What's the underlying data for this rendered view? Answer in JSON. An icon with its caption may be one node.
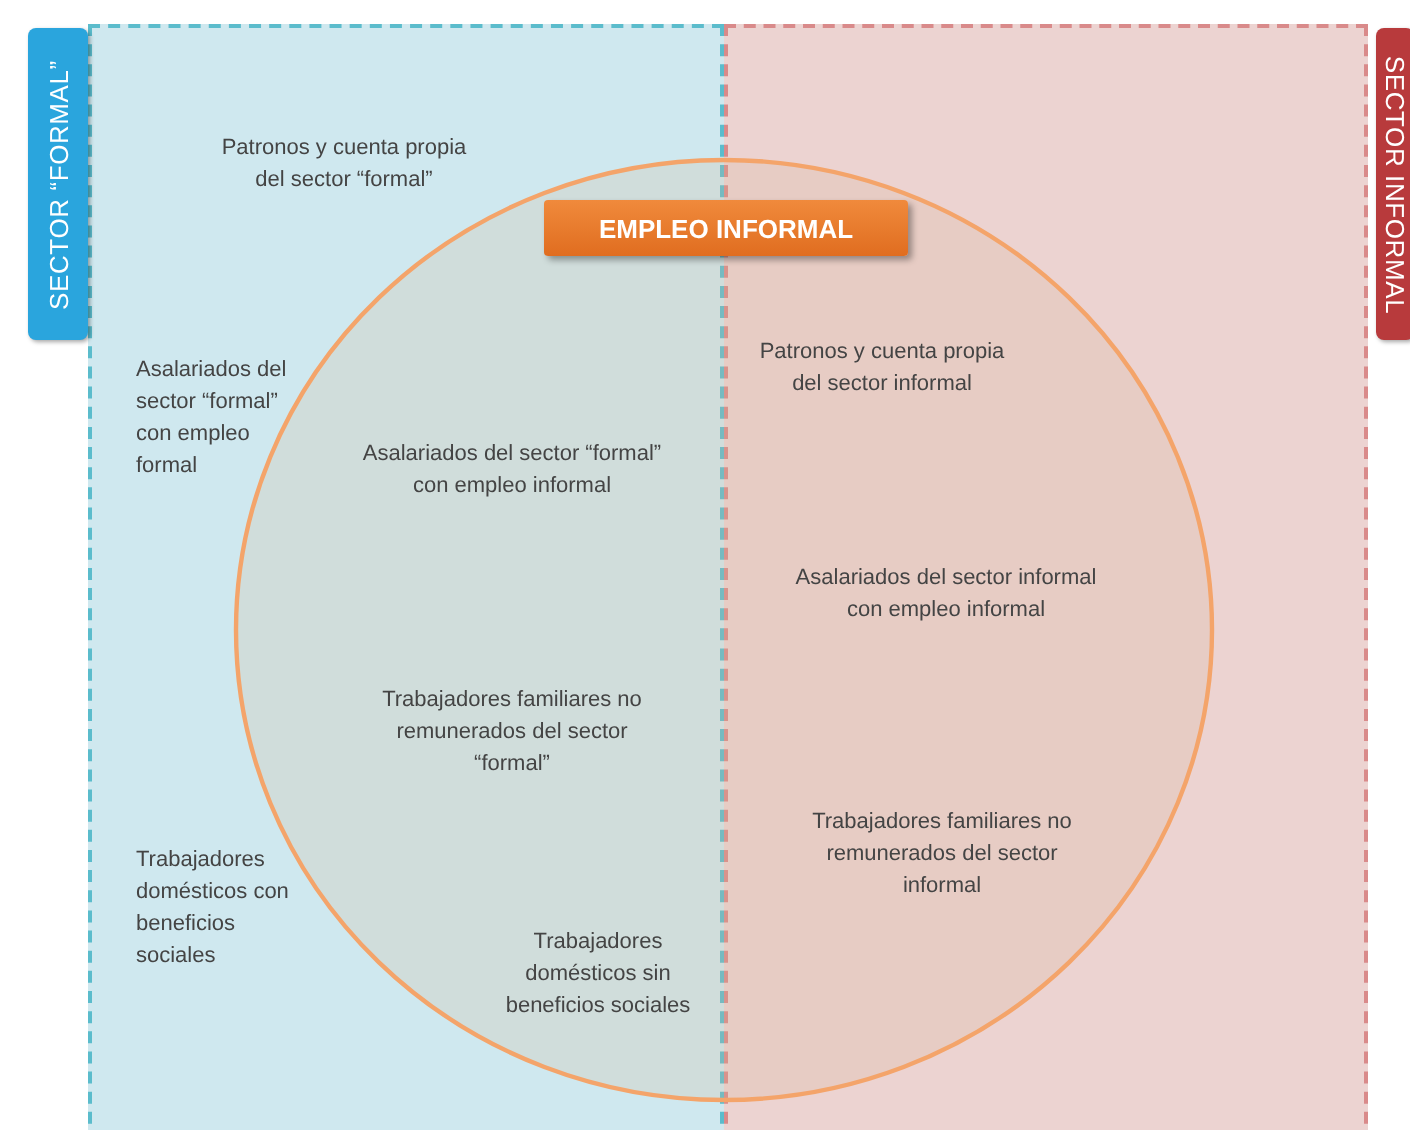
{
  "diagram": {
    "nodes": [
      {
        "text": [
          "SECTOR “FORMAL”"
        ]
      },
      {
        "text": [
          "SECTOR INFORMAL"
        ]
      },
      {
        "text": [],
        "shape": "circle"
      },
      {
        "text": [
          "EMPLEO INFORMAL"
        ],
        "in": 2
      }
    ],
    "labels": [
      "Patronos y cuenta propia del sector “formal”",
      "Patronos y cuenta propia del sector informal",
      "Asalariados del sector “formal” con empleo formal",
      "Asalariados del sector “formal” con empleo informal",
      "Asalariados del sector informal con empleo informal",
      "Trabajadores familiares no remunerados del sector “formal”",
      "Trabajadores familiares no remunerados del sector informal",
      "Trabajadores domésticos con beneficios sociales",
      "Trabajadores domésticos sin beneficios sociales"
    ]
  }
}
